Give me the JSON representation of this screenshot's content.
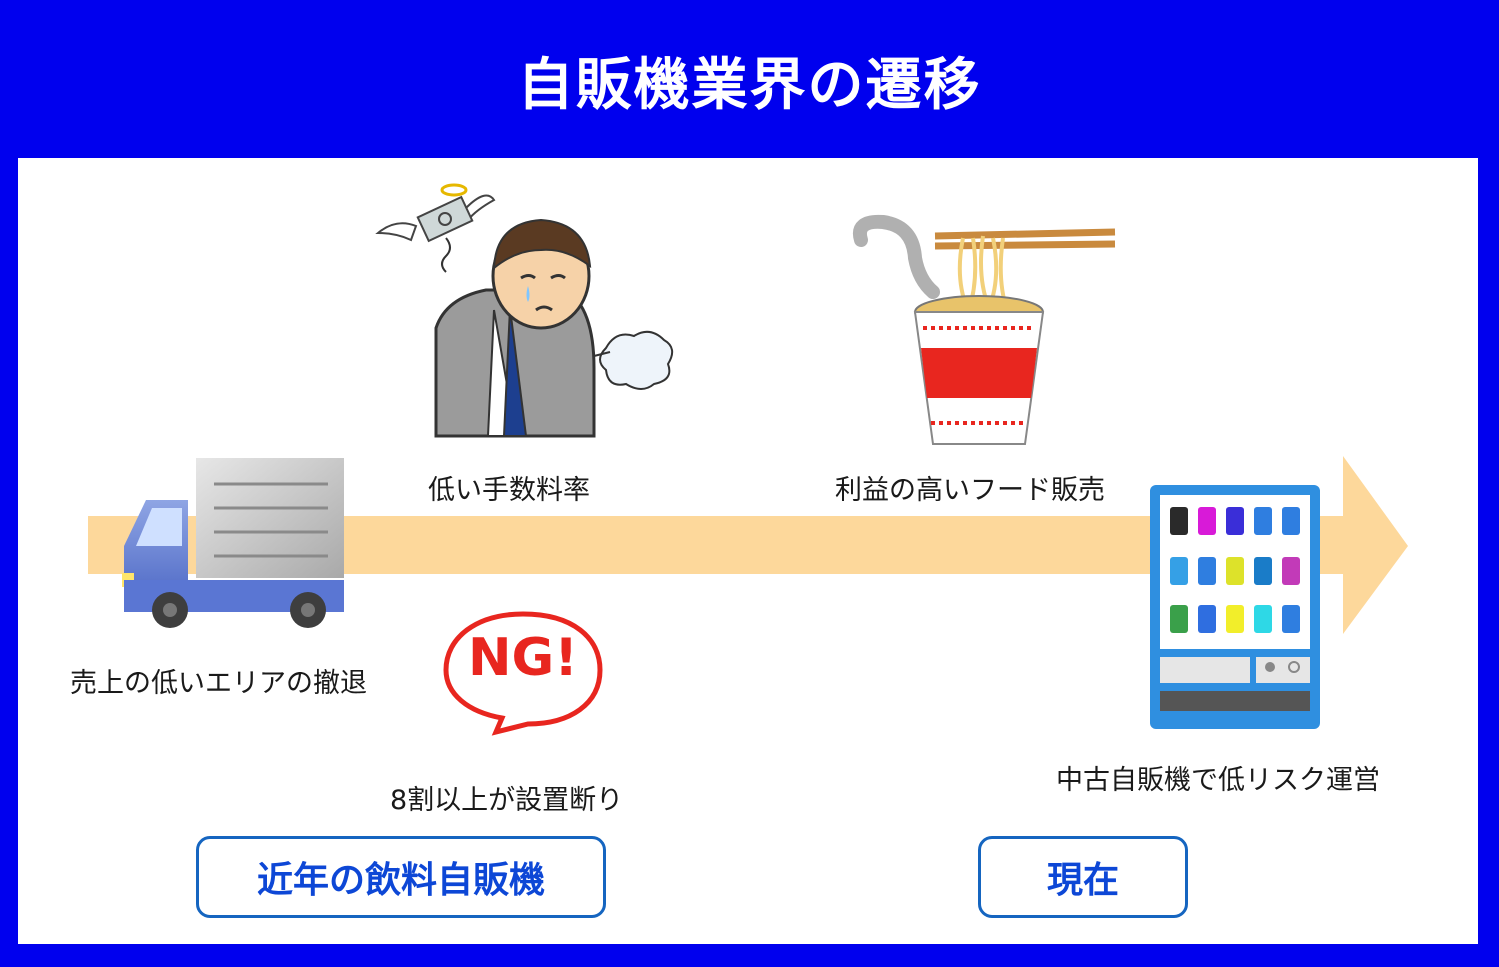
{
  "header": {
    "title": "自販機業界の遷移"
  },
  "items": {
    "low_fee": "低い手数料率",
    "high_profit_food": "利益の高いフード販売",
    "withdraw": "売上の低いエリアの撤退",
    "refusal": "8割以上が設置断り",
    "used_machine": "中古自販機で低リスク運営",
    "ng_badge": "NG!"
  },
  "eras": {
    "recent": "近年の飲料自販機",
    "current": "現在"
  },
  "colors": {
    "frame": "#0000ee",
    "arrow": "#fdd89b",
    "era_border": "#1565c0",
    "era_text": "#0d47d6",
    "ng_red": "#e8261f"
  }
}
